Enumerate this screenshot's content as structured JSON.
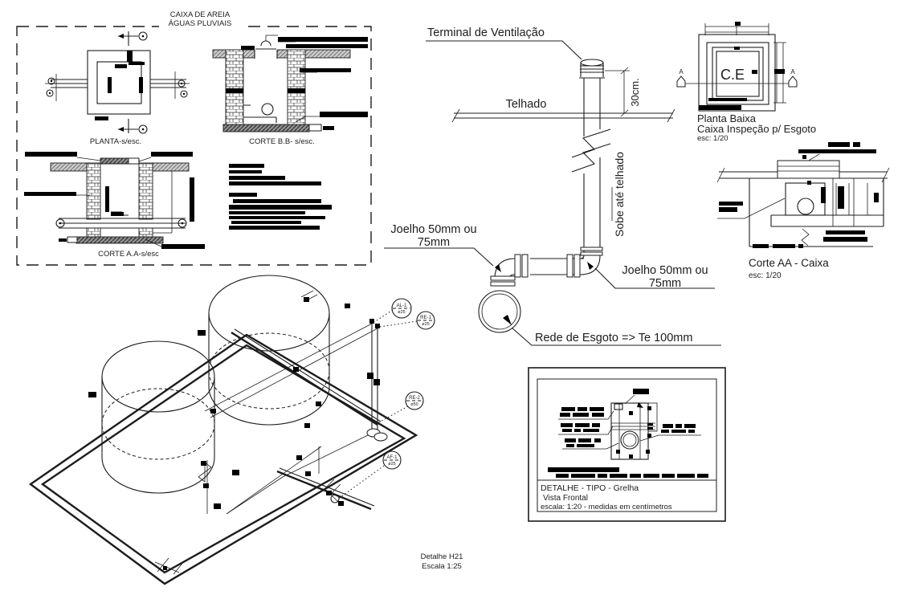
{
  "sheet": {
    "background": "#ffffff",
    "line_color": "#1c1c1c"
  },
  "sand_box": {
    "title_line1": "CAIXA DE AREIA",
    "title_line2": "ÁGUAS PLUVIAIS",
    "planta_label": "PLANTA-s/esc.",
    "corte_bb_label": "CORTE B.B- s/esc.",
    "corte_aa_label": "CORTE A.A-s/esc"
  },
  "vent_detail": {
    "terminal_label": "Terminal de Ventilação",
    "telhado_label": "Telhado",
    "dim_30cm": "30cm.",
    "sobe_label": "Sobe até telhado",
    "joelho_left": {
      "line1": "Joelho 50mm ou",
      "line2": "75mm"
    },
    "joelho_right": {
      "line1": "Joelho 50mm ou",
      "line2": "75mm"
    },
    "rede_label": "Rede de Esgoto => Te 100mm"
  },
  "planta_baixa": {
    "ce_label": "C.E",
    "section_marker": "A",
    "caption_line1": "Planta Baixa",
    "caption_line2": "Caixa Inspeção p/ Esgoto",
    "caption_line3": "esc: 1/20"
  },
  "corte_aa_caixa": {
    "caption_line1": "Corte AA - Caixa",
    "caption_line2": "esc: 1/20"
  },
  "detalhe_tipo": {
    "line1": "DETALHE - TIPO - Grelha",
    "line2": "Vista Frontal",
    "line3": "escala: 1:20 - medidas em centímetros"
  },
  "detalhe_h21": {
    "line1": "Detalhe H21",
    "line2": "Escala 1:25"
  },
  "isometric": {
    "tags": [
      {
        "id": "AL-1",
        "dia": "ø25"
      },
      {
        "id": "RE-1",
        "dia": "ø25"
      },
      {
        "id": "RE-2",
        "dia": "ø50"
      },
      {
        "id": "AF-1",
        "dia": "ø25"
      }
    ]
  }
}
